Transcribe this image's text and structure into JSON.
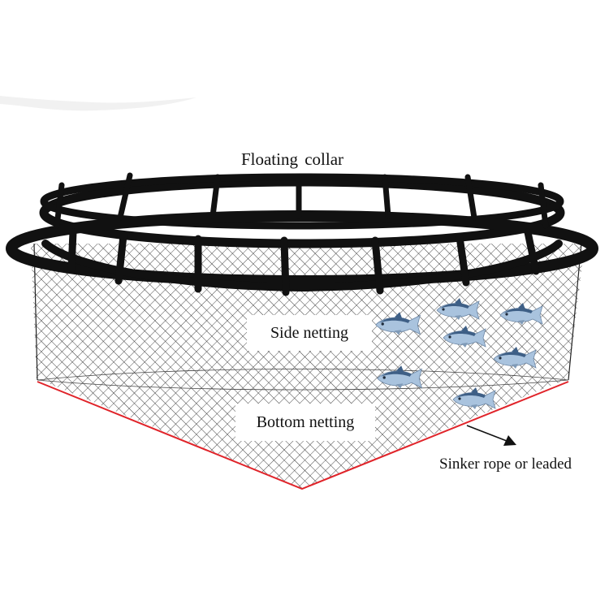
{
  "labels": {
    "floating_collar": "Floating  collar",
    "side_netting": "Side netting",
    "bottom_netting": "Bottom netting",
    "sinker_rope": "Sinker rope or leaded"
  },
  "colors": {
    "collar": "#111111",
    "netting": "#3a3a3a",
    "sinker_rope": "#e0242a",
    "fish_body": "#a9c3de",
    "fish_back": "#3e5f86",
    "background": "#ffffff"
  },
  "icons": {
    "fish": "tuna-fish-icon",
    "arrow": "arrow-right-icon"
  }
}
